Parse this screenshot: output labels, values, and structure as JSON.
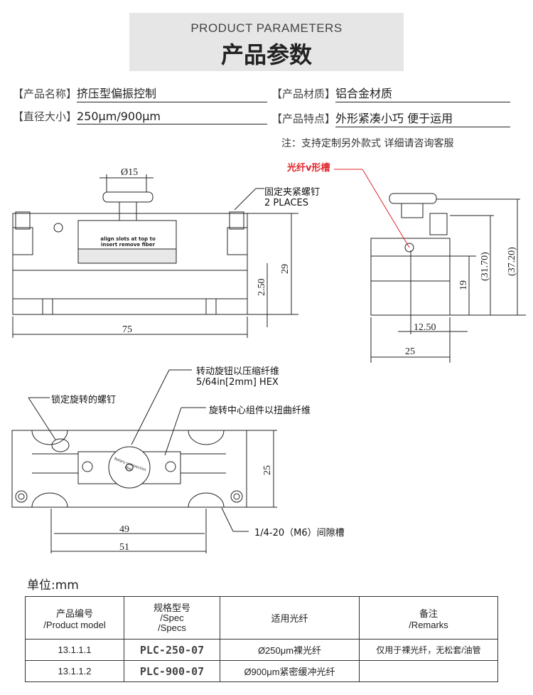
{
  "header": {
    "title_en": "PRODUCT PARAMETERS",
    "title_cn": "产品参数"
  },
  "params": [
    {
      "label": "【产品名称】",
      "value": "挤压型偏振控制"
    },
    {
      "label": "【产品材质】",
      "value": "铝合金材质"
    },
    {
      "label": "【直径大小】",
      "value": "250μm/900μm"
    },
    {
      "label": "【产品特点】",
      "value": "外形紧凑小巧 便于运用"
    }
  ],
  "note": "注：支持定制另外款式 详细请咨询客服",
  "front_view": {
    "dia": "Ø15",
    "screw_label": "固定夹紧螺钉",
    "screw_places": "2 PLACES",
    "plate_text_1": "align slots at top to",
    "plate_text_2": "insert remove fiber",
    "dim_width": "75",
    "dim_height": "29",
    "dim_small": "2.50"
  },
  "side_view": {
    "groove_label": "光纤v形槽",
    "dim_19": "19",
    "dim_3170": "(31.70)",
    "dim_3720": "(37.20)",
    "dim_1250": "12.50",
    "dim_25": "25"
  },
  "top_view": {
    "knob_label_1": "转动旋钮以压缩纤维",
    "knob_label_2": "5/64in[2mm] HEX",
    "lock_label": "锁定旋转的螺钉",
    "rotate_label": "旋转中心组件以扭曲纤维",
    "slot_label": "1/4-20（M6）间隙槽",
    "knob_text": "Rotary compaction fiber",
    "dim_25": "25",
    "dim_49": "49",
    "dim_51": "51"
  },
  "unit": "单位:mm",
  "table": {
    "headers": [
      [
        "产品编号",
        "/Product  model"
      ],
      [
        "规格型号",
        "/Spec",
        "/Specs"
      ],
      [
        "适用光纤"
      ],
      [
        "备注",
        "/Remarks"
      ]
    ],
    "rows": [
      [
        "13.1.1.1",
        "PLC-250-07",
        "Ø250μm裸光纤",
        "仅用于裸光纤，无松套/油管"
      ],
      [
        "13.1.1.2",
        "PLC-900-07",
        "Ø900μm紧密缓冲光纤",
        ""
      ]
    ]
  },
  "colors": {
    "accent_red": "#e0262b",
    "title_bg": "#e6e6e6"
  }
}
